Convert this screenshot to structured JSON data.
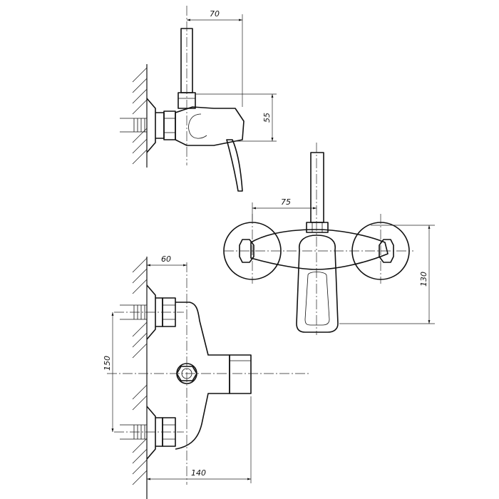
{
  "dimensions": {
    "side_width": "70",
    "side_height": "55",
    "front_offset": "75",
    "front_height": "130",
    "top_depth": "60",
    "inlet_spacing": "150",
    "overall_depth": "140"
  }
}
